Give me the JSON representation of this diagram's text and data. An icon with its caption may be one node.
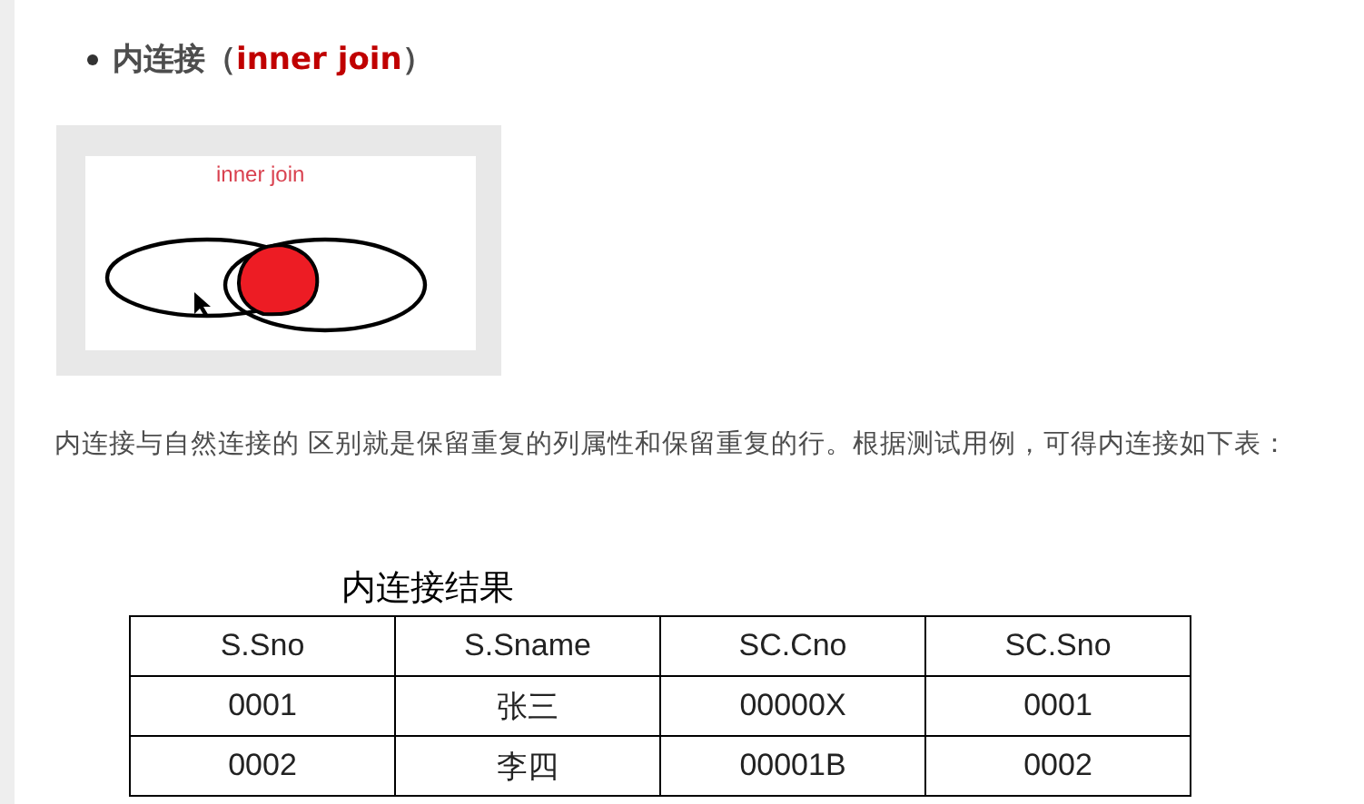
{
  "diagram": {
    "title": "内连接（inner join）",
    "labels": [
      "inner join",
      "内连接与自然连接的 区别就是保留重复的列属性和保留重复的行。根据测试用例，可得内连接如下表：",
      "内连接结果",
      "S.Sno",
      "S.Sname",
      "SC.Cno",
      "SC.Sno",
      "0001",
      "张三",
      "00000X",
      "0001",
      "0002",
      "李四",
      "00001B",
      "0002"
    ]
  }
}
